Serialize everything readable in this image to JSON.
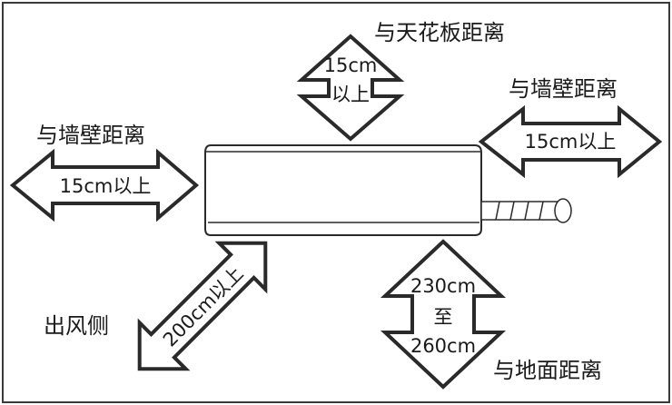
{
  "colors": {
    "line": "#2a2a2a",
    "text": "#1a1a1a",
    "background": "#ffffff"
  },
  "labels": {
    "ceiling": "与天花板距离",
    "wall_right": "与墙壁距离",
    "wall_left": "与墙壁距离",
    "outlet_side": "出风侧",
    "floor": "与地面距离"
  },
  "arrows": {
    "ceiling_line1": "15cm",
    "ceiling_line2": "以上",
    "wall_right": "15cm以上",
    "wall_left": "15cm以上",
    "outlet": "200cm以上",
    "floor_line1": "230cm",
    "floor_line2": "至",
    "floor_line3": "260cm"
  }
}
